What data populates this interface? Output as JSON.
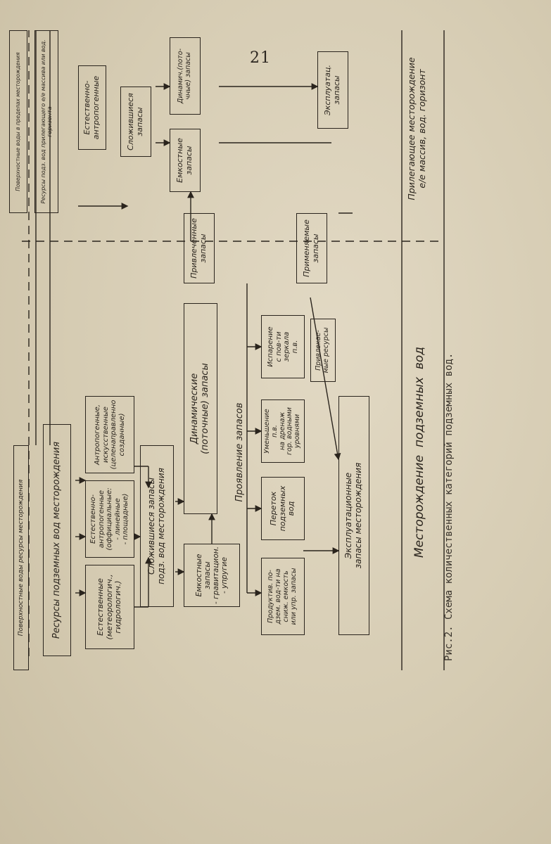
{
  "page_number": "21",
  "labels": {
    "surface_top": "Поверхностные воды в пределах месторождения",
    "resources_top_right": "Ресурсы подз. вод прилегающего е/е массива или вод. горизонта",
    "surface_left": "Поверхностные воды ресурсы месторождения"
  },
  "boxes": {
    "resources": "Ресурсы подземных вод месторождения",
    "natural": "Естественные\n(метеорологич.,\nгидрологич.)",
    "natural_anthro": "Естественно-\nантропогенные\n(оффициальные:\n- линейные\n- площадные)",
    "anthro": "Антропогенные,\nискусственные\n(целенаправленно\nсозданные)",
    "natural_anthro_right": "Естественно-\nантропогенные",
    "formed_deposit": "Сложившиеся запасы\nподз. вод месторождения",
    "formed_right": "Сложившиеся\nзапасы",
    "capacity": "Емкостные\nзапасы\n- гравитацион.\n- упругие",
    "dynamic": "Динамические\n(поточные) запасы",
    "capacity_right": "Емкостные\nзапасы",
    "dynamic_right": "Динамич.(пото-\nчные) запасы",
    "attracted": "Привлеченные\nзапасы",
    "manifestation": "Проявление запасов",
    "productive": "Продуктив. по-\nдзем. вод-ти на\nсниж. емкость\nили упр. запасы",
    "flow": "Переток\nподземных\nвод",
    "evaporation_decrease": "Уменьшение п.в.\nна дренаж\nгор. водными\nуровнями",
    "evaporation_surface": "Испарение\nс пов-ти\nзеркала\nп.в.",
    "attracted_resources": "Привлекае-\nмые ресурсы",
    "exploitation_deposit": "Эксплуатационные\nзапасы месторождения",
    "applied": "Применяемые\nзапасы",
    "exploitation_right": "Эксплуатац.\nзапасы",
    "deposit": "Месторождение  подземных  вод",
    "adjacent": "Прилегающее месторождение\nе/е массив, вод. горизонт"
  },
  "caption": "Рис.2. Схема количественных категорий подземных вод."
}
